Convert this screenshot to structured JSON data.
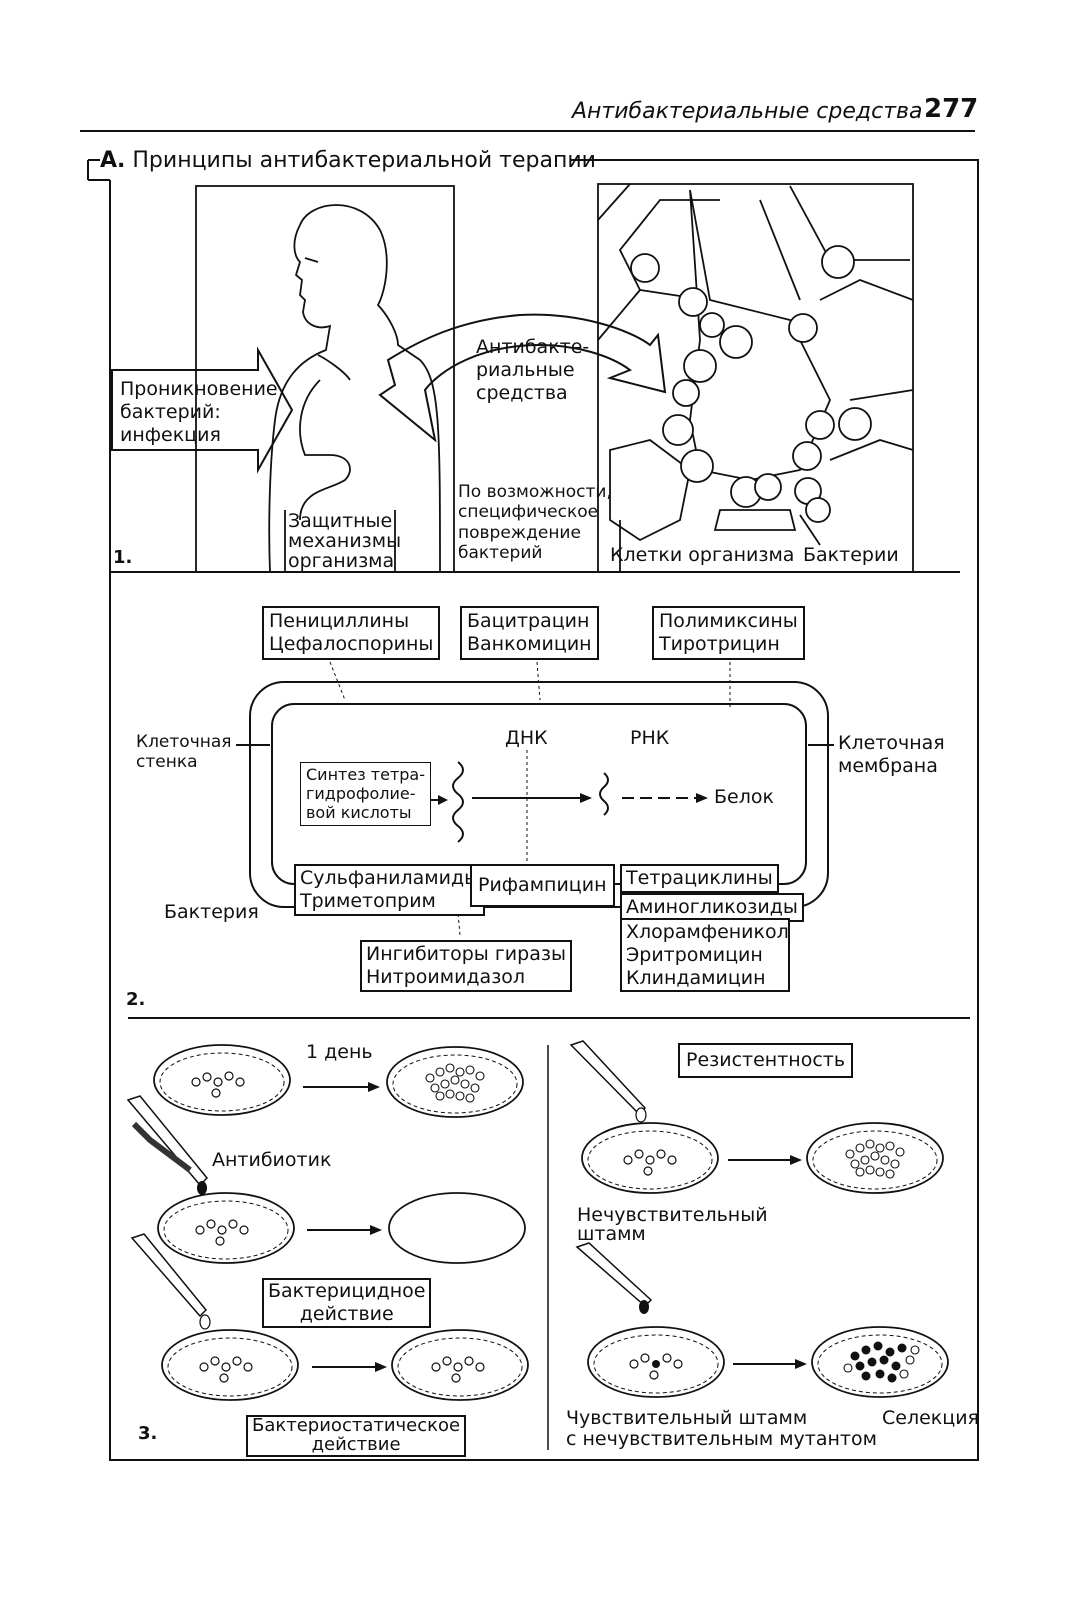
{
  "header": {
    "title": "Антибактериальные средства",
    "page": "277"
  },
  "section_title": {
    "letter": "А.",
    "text": "Принципы антибактериальной терапии"
  },
  "panel1": {
    "number": "1.",
    "infection": [
      "Проникновение",
      "бактерий:",
      "инфекция"
    ],
    "antibacterial": [
      "Антибакте-",
      "риальные",
      "средства"
    ],
    "defense": [
      "Защитные",
      "механизмы",
      "организма"
    ],
    "damage": [
      "По возможности,",
      "специфическое",
      "повреждение",
      "бактерий"
    ],
    "cells_label": "Клетки организма",
    "bacteria_label": "Бактерии"
  },
  "panel2": {
    "number": "2.",
    "cell_wall": [
      "Клеточная",
      "стенка"
    ],
    "cell_membrane": [
      "Клеточная",
      "мембрана"
    ],
    "bacterium": "Бактерия",
    "dna": "ДНК",
    "rna": "РНК",
    "protein": "Белок",
    "thf_synthesis": [
      "Синтез тетра-",
      "гидрофолие-",
      "вой кислоты"
    ],
    "drugs_wall_1": [
      "Пенициллины",
      "Цефалоспорины"
    ],
    "drugs_wall_2": [
      "Бацитрацин",
      "Ванкомицин"
    ],
    "drugs_membrane": [
      "Полимиксины",
      "Тиротрицин"
    ],
    "drugs_folate": [
      "Сульфаниламиды",
      "Триметоприм"
    ],
    "drugs_rna_polymerase": "Рифампицин",
    "drugs_dna": [
      "Ингибиторы гиразы",
      "Нитроимидазол"
    ],
    "drugs_ribosome_1": "Тетрациклины",
    "drugs_ribosome_2": "Аминогликозиды",
    "drugs_ribosome_3": [
      "Хлорамфеникол",
      "Эритромицин",
      "Клиндамицин"
    ]
  },
  "panel3": {
    "number": "3.",
    "one_day": "1 день",
    "antibiotic": "Антибиотик",
    "bactericidal": [
      "Бактерицидное",
      "действие"
    ],
    "bacteriostatic": [
      "Бактериостатическое",
      "действие"
    ],
    "resistance": "Резистентность",
    "insensitive_strain": [
      "Нечувствительный",
      "штамм"
    ],
    "sensitive_strain": [
      "Чувствительный штамм",
      "с нечувствительным мутантом"
    ],
    "selection": "Селекция"
  }
}
